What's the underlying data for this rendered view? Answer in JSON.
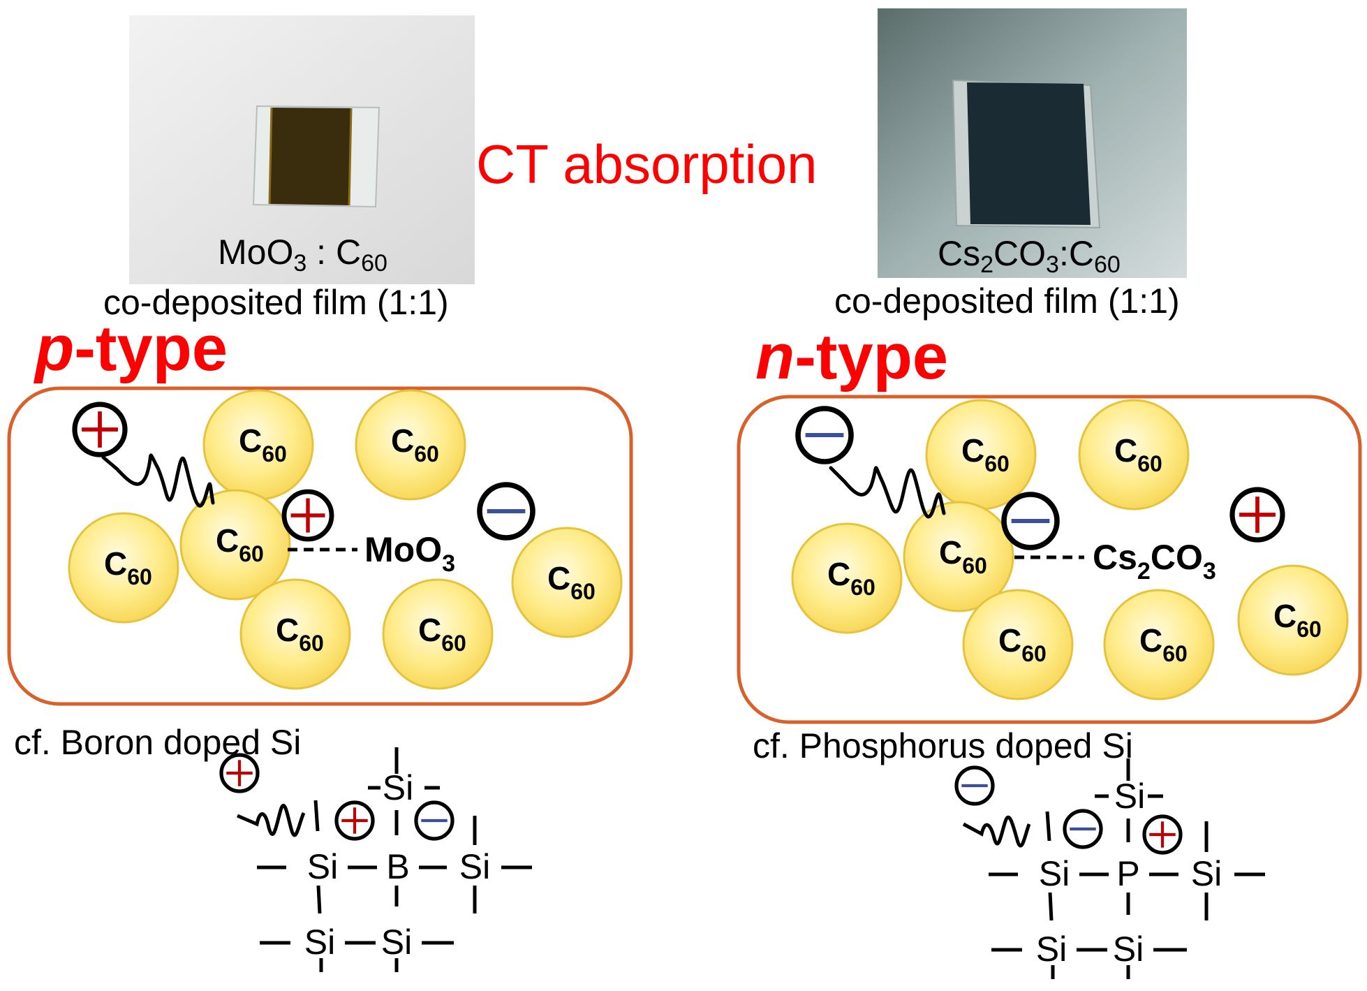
{
  "center_label": "CT absorption",
  "left": {
    "photo_label_main": "MoO",
    "photo_label_sub1": "3",
    "photo_label_sep": " : C",
    "photo_label_sub2": "60",
    "caption": "co-deposited film (1:1)",
    "type_italic": "p",
    "type_rest": "-type",
    "dopant_main": "MoO",
    "dopant_sub": "3",
    "cf_label": "cf. Boron doped Si",
    "dopant_atom": "B"
  },
  "right": {
    "photo_label_a": "Cs",
    "photo_label_sub_a": "2",
    "photo_label_b": "CO",
    "photo_label_sub_b": "3",
    "photo_label_c": ":C",
    "photo_label_sub_c": "60",
    "caption": "co-deposited film (1:1)",
    "type_italic": "n",
    "type_rest": "-type",
    "dopant_a": "Cs",
    "dopant_sub_a": "2",
    "dopant_b": "CO",
    "dopant_sub_b": "3",
    "cf_label": "cf. Phosphorus doped Si",
    "dopant_atom": "P"
  },
  "c60": {
    "main": "C",
    "sub": "60"
  },
  "si_label": "Si",
  "colors": {
    "accent_red": "#ff0000",
    "box_border": "#d9602a",
    "c60_fill": "#ffe98a",
    "c60_stroke": "#e6c33c",
    "plus": "#c00000",
    "minus": "#3c4f9a"
  }
}
